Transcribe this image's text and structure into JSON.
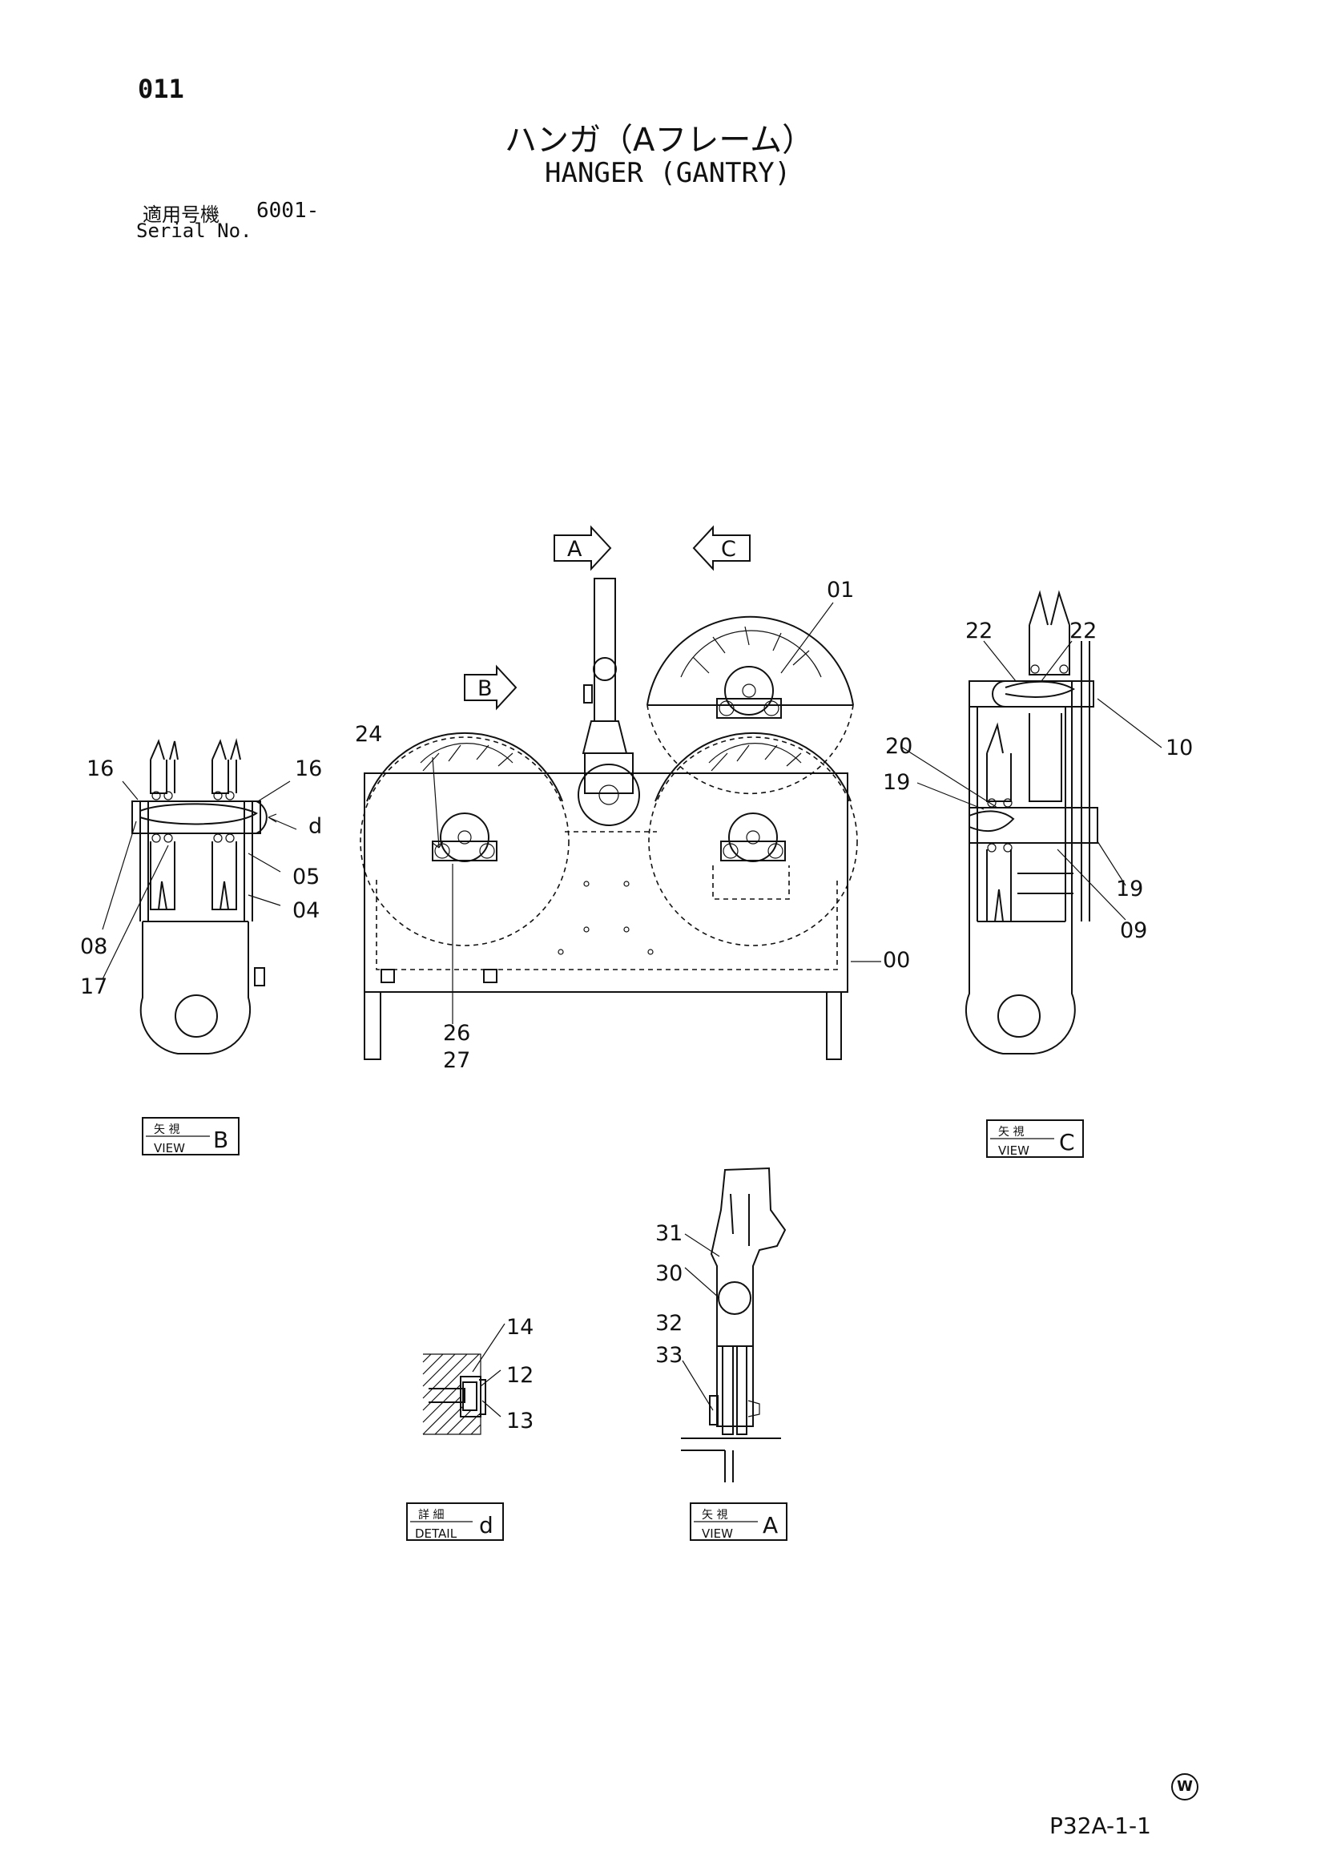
{
  "header": {
    "page_number": "011",
    "title_jp": "ハンガ（Aフレーム）",
    "title_en": "HANGER (GANTRY)",
    "serial_label_jp": "適用号機",
    "serial_value": "6001-",
    "serial_label_en": "Serial No."
  },
  "view_arrows": {
    "a": "A",
    "b": "B",
    "c": "C"
  },
  "callouts": {
    "p00": "00",
    "p01": "01",
    "p04": "04",
    "p05": "05",
    "p08": "08",
    "p09": "09",
    "p10": "10",
    "p12": "12",
    "p13": "13",
    "p14": "14",
    "p16": "16",
    "p17": "17",
    "p19": "19",
    "p20": "20",
    "p22": "22",
    "p24": "24",
    "p26": "26",
    "p27": "27",
    "p30": "30",
    "p31": "31",
    "p32": "32",
    "p33": "33",
    "d": "d"
  },
  "view_labels": {
    "view_jp": "矢 視",
    "view_en": "VIEW",
    "detail_jp": "詳 細",
    "detail_en": "DETAIL",
    "b": "B",
    "c": "C",
    "a": "A",
    "d": "d"
  },
  "footer": {
    "copyright_mark": "W",
    "page_code": "P32A-1-1"
  }
}
